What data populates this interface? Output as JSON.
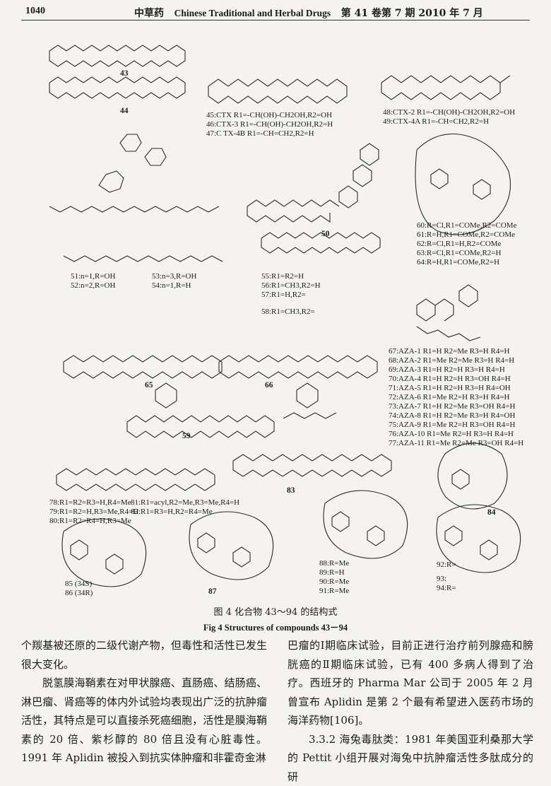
{
  "header": {
    "page_number": "1040",
    "journal_cn": "中草药",
    "journal_en": "Chinese Traditional and Herbal Drugs",
    "issue": "第 41 卷第 7 期 2010 年 7 月"
  },
  "figure": {
    "labels": [
      {
        "id": "c43",
        "text": "43"
      },
      {
        "id": "c44",
        "text": "44"
      },
      {
        "id": "c45",
        "text": "45:CTX      R1=-CH(OH)-CH2OH,R2=OH"
      },
      {
        "id": "c46",
        "text": "46:CTX-3     R1=-CH(OH)-CH2OH,R2=H"
      },
      {
        "id": "c47",
        "text": "47:C  TX-4B  R1=-CH=CH2,R2=H"
      },
      {
        "id": "c48",
        "text": "48:CTX-2    R1=-CH(OH)-CH2OH,R2=OH"
      },
      {
        "id": "c49",
        "text": "49:CTX-4A  R1=-CH=CH2,R2=H"
      },
      {
        "id": "c50",
        "text": "50"
      },
      {
        "id": "c51",
        "text": "51:n=1,R=OH"
      },
      {
        "id": "c52",
        "text": "52:n=2,R=OH"
      },
      {
        "id": "c53",
        "text": "53:n=3,R=OH"
      },
      {
        "id": "c54",
        "text": "54:n=1,R=H"
      },
      {
        "id": "c55",
        "text": "55:R1=R2=H"
      },
      {
        "id": "c56",
        "text": "56:R1=CH3,R2=H"
      },
      {
        "id": "c57",
        "text": "57:R1=H,R2="
      },
      {
        "id": "c58",
        "text": "58:R1=CH3,R2="
      },
      {
        "id": "c60",
        "text": "60:R=Cl,R1=COMe,R2=COMe"
      },
      {
        "id": "c61",
        "text": "61:R=H,R1=COMe,R2=COMe"
      },
      {
        "id": "c62",
        "text": "62:R=Cl,R1=H,R2=COMe"
      },
      {
        "id": "c63",
        "text": "63:R=Cl,R1=COMe,R2=H"
      },
      {
        "id": "c64",
        "text": "64:R=H,R1=COMe,R2=H"
      },
      {
        "id": "c65",
        "text": "65"
      },
      {
        "id": "c66",
        "text": "66"
      },
      {
        "id": "c59",
        "text": "59"
      },
      {
        "id": "c67",
        "text": "67:AZA-1   R1=H    R2=Me R3=H    R4=H"
      },
      {
        "id": "c68",
        "text": "68:AZA-2   R1=Me R2=Me R3=H    R4=H"
      },
      {
        "id": "c69",
        "text": "69:AZA-3   R1=H    R2=H    R3=H    R4=H"
      },
      {
        "id": "c70",
        "text": "70:AZA-4   R1=H    R2=H    R3=OH R4=H"
      },
      {
        "id": "c71",
        "text": "71:AZA-5   R1=H    R2=H    R3=H    R4=OH"
      },
      {
        "id": "c72",
        "text": "72:AZA-6   R1=Me R2=H    R3=H    R4=H"
      },
      {
        "id": "c73",
        "text": "73:AZA-7   R1=H    R2=Me R3=OH R4=H"
      },
      {
        "id": "c74",
        "text": "74:AZA-8   R1=H    R2=Me R3=H    R4=OH"
      },
      {
        "id": "c75",
        "text": "75:AZA-9   R1=Me R2=H    R3=OH R4=H"
      },
      {
        "id": "c76",
        "text": "76:AZA-10 R1=Me R2=H    R3=H    R4=H"
      },
      {
        "id": "c77",
        "text": "77:AZA-11 R1=Me R2=Me R3=OH R4=H"
      },
      {
        "id": "c78",
        "text": "78:R1=R2=R3=H,R4=Me"
      },
      {
        "id": "c79",
        "text": "79:R1=R2=H,R3=Me,R4=H"
      },
      {
        "id": "c80",
        "text": "80:R1=R2=R4=H,R3=Me"
      },
      {
        "id": "c81",
        "text": "81:R1=acyl,R2=Me,R3=Me,R4=H"
      },
      {
        "id": "c82",
        "text": "82:R1=R3=H,R2=R4=Me"
      },
      {
        "id": "c83",
        "text": "83"
      },
      {
        "id": "c84",
        "text": "84"
      },
      {
        "id": "c85",
        "text": "85 (34S)"
      },
      {
        "id": "c86",
        "text": "86 (34R)"
      },
      {
        "id": "c87",
        "text": "87"
      },
      {
        "id": "c88",
        "text": "88:R=Me"
      },
      {
        "id": "c89",
        "text": "89:R=H"
      },
      {
        "id": "c90",
        "text": "90:R=Me"
      },
      {
        "id": "c91",
        "text": "91:R=Me"
      },
      {
        "id": "c92",
        "text": "92:R="
      },
      {
        "id": "c93",
        "text": "93:"
      },
      {
        "id": "c94",
        "text": "94:R="
      }
    ],
    "caption_cn": "图 4   化合物 43～94 的结构式",
    "caption_en": "Fig 4    Structures of compounds 43－94"
  },
  "body": {
    "left": [
      "个羰基被还原的二级代谢产物，但毒性和活性已发生很大变化。",
      "脱氢膜海鞘素在对甲状腺癌、直肠癌、结肠癌、淋巴瘤、肾癌等的体内外试验均表现出广泛的抗肿瘤活性，其特点是可以直接杀死癌细胞，活性是膜海鞘素的 20 倍、紫杉醇的 80 倍且没有心脏毒性。1991 年 Aplidin 被投入到抗实体肿瘤和非霍奇金淋"
    ],
    "right": [
      "巴瘤的Ⅰ期临床试验，目前正进行治疗前列腺癌和膀胱癌的Ⅱ期临床试验，已有 400 多病人得到了治疗。西班牙的 Pharma Mar 公司于 2005 年 2 月曾宣布 Aplidin 是第 2 个最有希望进入医药市场的海洋药物[106]。",
      "3.3.2  海兔毒肽类：1981 年美国亚利桑那大学的 Pettit 小组开展对海兔中抗肿瘤活性多肽成分的研"
    ]
  }
}
